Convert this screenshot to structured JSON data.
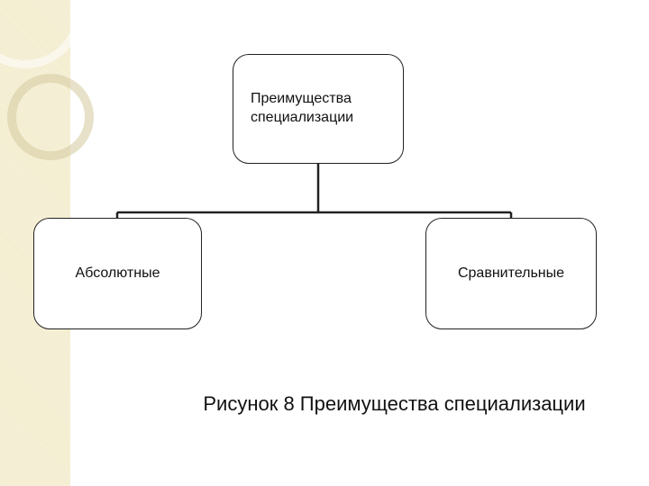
{
  "diagram": {
    "root": {
      "label": "Преимущества специализации"
    },
    "children": [
      {
        "label": "Абсолютные"
      },
      {
        "label": "Сравнительные"
      }
    ]
  },
  "caption": "Рисунок 8 Преимущества специализации",
  "colors": {
    "side_strip": "#f3ecce",
    "line": "#222222",
    "background": "#ffffff"
  }
}
